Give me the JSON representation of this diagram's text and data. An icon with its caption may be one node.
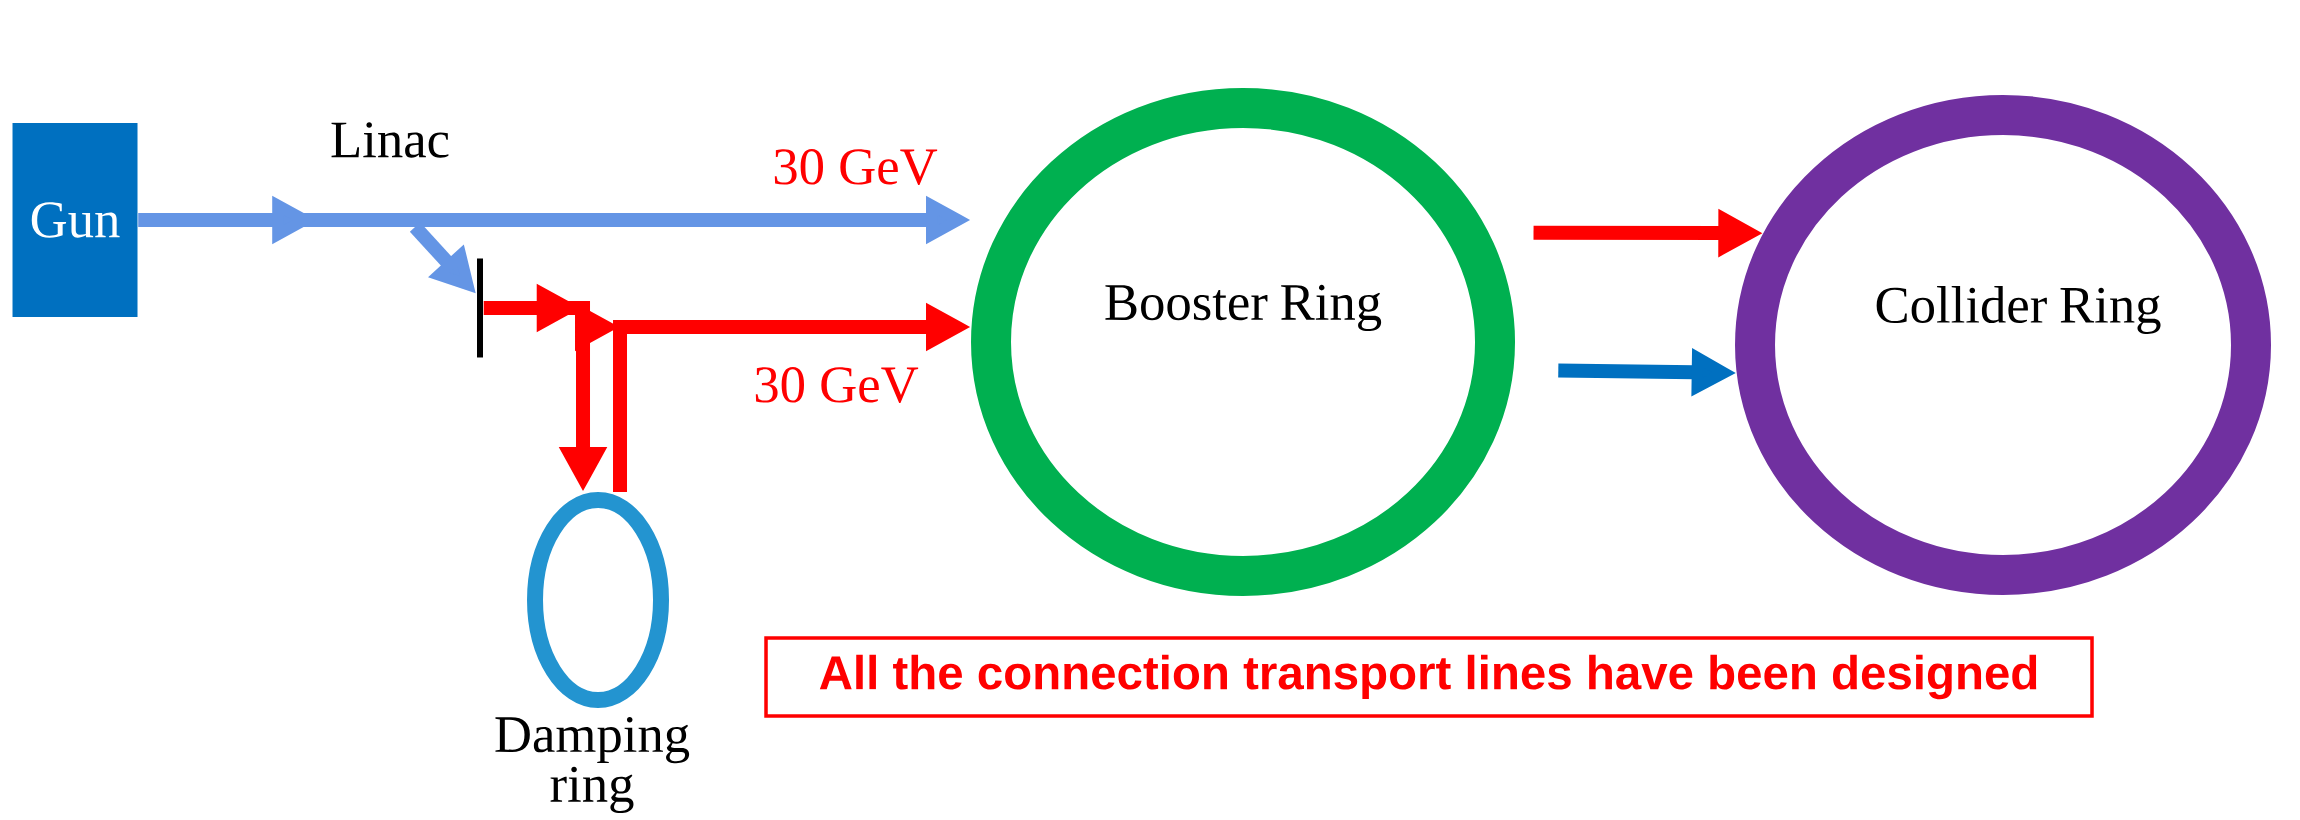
{
  "diagram": {
    "nodes": [
      {
        "text": [
          "Gun"
        ]
      },
      {
        "text": [
          "Booster Ring"
        ]
      },
      {
        "text": [
          "Collider Ring"
        ]
      },
      {
        "text": [
          "Damping ring"
        ]
      },
      {
        "text": [],
        "shape": "bar"
      },
      {
        "text": [
          "All the connection transport lines have been designed"
        ]
      }
    ],
    "edges": [
      {
        "from": 0,
        "to": 1,
        "arrow": "to",
        "label": "30 GeV",
        "color": "#6495e5"
      },
      {
        "from": null,
        "to": 4,
        "arrow": "to",
        "color": "#6495e5"
      },
      {
        "from": 4,
        "to": 3,
        "arrow": "to",
        "color": "#ff0000"
      },
      {
        "from": 3,
        "to": 1,
        "arrow": "to",
        "label": "30 GeV",
        "color": "#ff0000"
      },
      {
        "from": 1,
        "to": 2,
        "arrow": "to",
        "color": "#ff0000"
      },
      {
        "from": 1,
        "to": 2,
        "arrow": "to",
        "color": "#0070c0"
      }
    ],
    "labels": [
      "Linac"
    ]
  }
}
